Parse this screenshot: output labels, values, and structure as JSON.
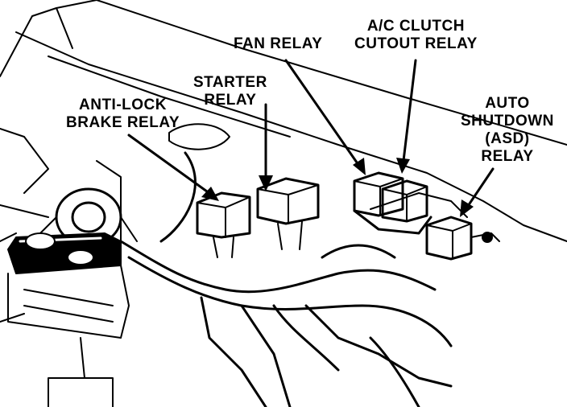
{
  "labels": {
    "fan_relay": "FAN RELAY",
    "ac_clutch": [
      "A/C CLUTCH",
      "CUTOUT RELAY"
    ],
    "starter": [
      "STARTER",
      "RELAY"
    ],
    "anti_lock": [
      "ANTI-LOCK",
      "BRAKE RELAY"
    ],
    "asd": [
      "AUTO",
      "SHUTDOWN",
      "(ASD)",
      "RELAY"
    ]
  },
  "colors": {
    "ink": "#000000",
    "paper": "#ffffff"
  }
}
